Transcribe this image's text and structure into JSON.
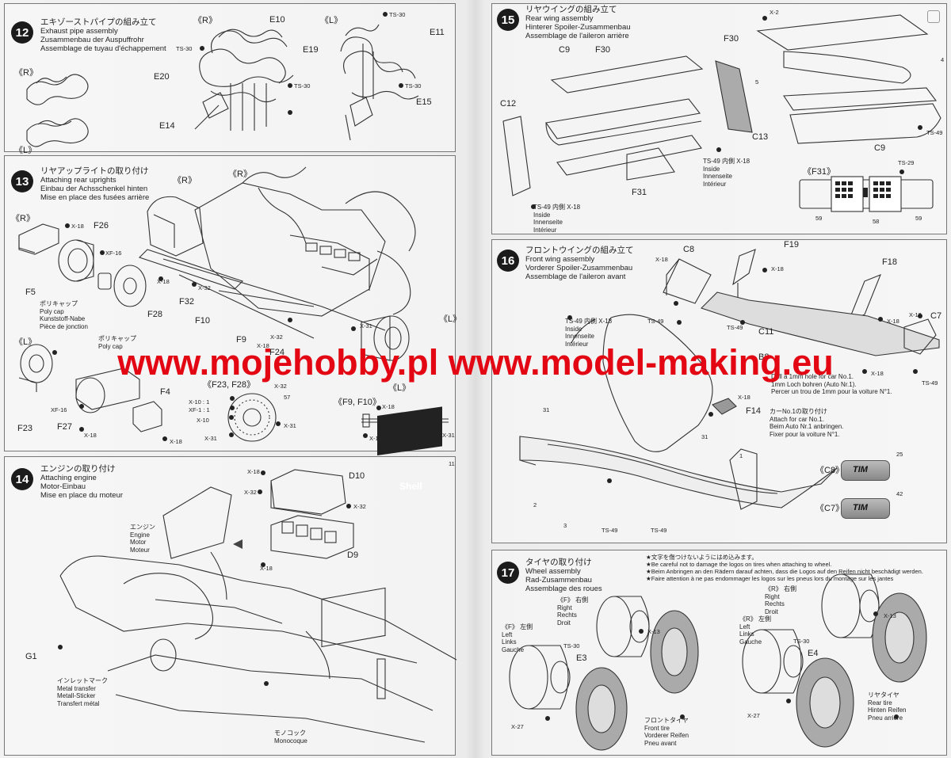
{
  "watermark": "www.mojehobby.pl www.model-making.eu",
  "steps": [
    {
      "num": "12",
      "jp": "エキゾーストパイプの組み立て",
      "en": "Exhaust pipe assembly",
      "de": "Zusammenbau der Auspuffrohr",
      "fr": "Assemblage de tuyau d'échappement"
    },
    {
      "num": "13",
      "jp": "リヤアップライトの取り付け",
      "en": "Attaching rear uprights",
      "de": "Einbau der Achsschenkel hinten",
      "fr": "Mise en place des fusées arrière"
    },
    {
      "num": "14",
      "jp": "エンジンの取り付け",
      "en": "Attaching engine",
      "de": "Motor-Einbau",
      "fr": "Mise en place du moteur"
    },
    {
      "num": "15",
      "jp": "リヤウイングの組み立て",
      "en": "Rear wing assembly",
      "de": "Hinterer Spoiler-Zusammenbau",
      "fr": "Assemblage de l'aileron arrière"
    },
    {
      "num": "16",
      "jp": "フロントウイングの組み立て",
      "en": "Front wing assembly",
      "de": "Vorderer Spoiler-Zusammenbau",
      "fr": "Assemblage de l'aileron avant"
    },
    {
      "num": "17",
      "jp": "タイヤの取り付け",
      "en": "Wheel assembly",
      "de": "Rad-Zusammenbau",
      "fr": "Assemblage des roues"
    }
  ],
  "s12": {
    "R": "《R》",
    "L": "《L》",
    "TS30": "TS-30",
    "E10": "E10",
    "E11": "E11",
    "E19": "E19",
    "E20": "E20",
    "E14": "E14",
    "E15": "E15"
  },
  "s13": {
    "R": "《R》",
    "L": "《L》",
    "X18": "X-18",
    "X32": "X-32",
    "X31": "X-31",
    "X11": "X-11",
    "X10": "X-10",
    "XF16": "XF-16",
    "F26": "F26",
    "F5": "F5",
    "F28": "F28",
    "F32": "F32",
    "F10": "F10",
    "F9": "F9",
    "F23": "F23",
    "F27": "F27",
    "F4": "F4",
    "F24": "F24",
    "F2x": "《F23, F28》",
    "F9F10": "《F9, F10》",
    "ratio1": "X-10 : 1",
    "ratio2": "XF-1 : 1",
    "n57": "57",
    "polycap": [
      "ポリキャップ",
      "Poly cap",
      "Kunststoff-Nabe",
      "Pièce de jonction"
    ],
    "polycap2": [
      "ポリキャップ",
      "Poly cap"
    ]
  },
  "s14": {
    "X18": "X-18",
    "X32": "X-32",
    "D10": "D10",
    "D9": "D9",
    "G1": "G1",
    "n11": "11",
    "shell": "Shell",
    "engine": [
      "エンジン",
      "Engine",
      "Motor",
      "Moteur"
    ],
    "transfer": [
      "インレットマーク",
      "Metal transfer",
      "Metall-Sticker",
      "Transfert métal"
    ],
    "mono": [
      "モノコック",
      "Monocoque"
    ]
  },
  "s15": {
    "X2": "X-2",
    "F30": "F30",
    "C9": "C9",
    "C12": "C12",
    "C13": "C13",
    "F31": "F31",
    "F31b": "《F31》",
    "TS49": "TS-49",
    "TS29": "TS-29",
    "n4": "4",
    "n5": "5",
    "n58": "58",
    "n59": "59",
    "inside": [
      "TS-49 内側  X-18",
      "Inside",
      "Innenseite",
      "Intérieur"
    ],
    "inside2": [
      "TS-49 内側  X-18",
      "Inside",
      "Innenseite",
      "Intérieur"
    ]
  },
  "s16": {
    "C8": "C8",
    "C7": "C7",
    "F19": "F19",
    "F18": "F18",
    "C11": "C11",
    "F14": "F14",
    "B8": "B8",
    "X18": "X-18",
    "TS49": "TS-49",
    "n31": "31",
    "n1": "1",
    "n2": "2",
    "n3": "3",
    "n25": "25",
    "n42": "42",
    "C8b": "《C8》",
    "C7b": "《C7》",
    "tim": "TIM",
    "inside": [
      "TS-49 内側  X-18",
      "Inside",
      "Innenseite",
      "Intérieur"
    ],
    "hole": [
      "Drill a 1mm hole for car No.1.",
      "1mm Loch bohren (Auto Nr.1).",
      "Percer un trou de 1mm pour la voiture N°1."
    ],
    "attach": [
      "カーNo.1の取り付け",
      "Attach for car No.1.",
      "Beim Auto Nr.1 anbringen.",
      "Fixer pour la voiture N°1."
    ]
  },
  "s17": {
    "notes": [
      "★文字を傷つけないようにはめ込みます。",
      "★Be careful not to damage the logos on tires when attaching to wheel.",
      "★Beim Anbringen an den Rädern darauf achten, dass die Logos auf den Reifen nicht beschädigt werden.",
      "★Faire attention à ne pas endommager les logos sur les pneus lors du montage sur les jantes"
    ],
    "FL": [
      "《F》 左側",
      "Left",
      "Links",
      "Gauche"
    ],
    "FR": [
      "《F》 右側",
      "Right",
      "Rechts",
      "Droit"
    ],
    "RL": [
      "《R》 左側",
      "Left",
      "Links",
      "Gauche"
    ],
    "RR": [
      "《R》 右側",
      "Right",
      "Rechts",
      "Droit"
    ],
    "X13": "X-13",
    "X27": "X-27",
    "TS30": "TS-30",
    "E3": "E3",
    "E4": "E4",
    "front": [
      "フロントタイヤ",
      "Front tire",
      "Vorderer Reifen",
      "Pneu avant"
    ],
    "rear": [
      "リヤタイヤ",
      "Rear tire",
      "Hinten Reifen",
      "Pneu arrière"
    ]
  }
}
